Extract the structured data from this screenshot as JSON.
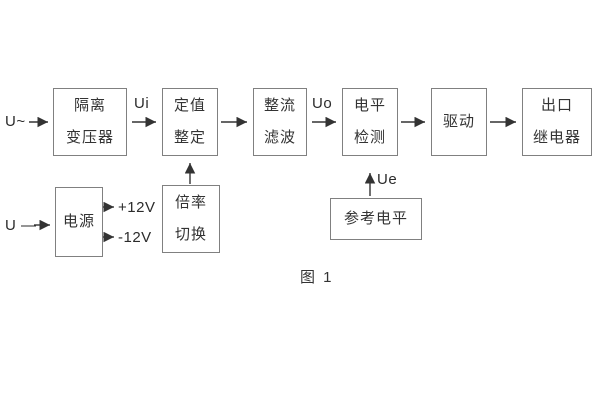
{
  "figure": {
    "caption": "图 1"
  },
  "colors": {
    "background": "#ffffff",
    "box_border": "#808080",
    "text": "#333333",
    "arrow": "#333333"
  },
  "blocks": {
    "isolation_transformer": {
      "line1": "隔离",
      "line2": "变压器"
    },
    "value_setting": {
      "line1": "定值",
      "line2": "整定"
    },
    "rectifier_filter": {
      "line1": "整流",
      "line2": "滤波"
    },
    "level_detection": {
      "line1": "电平",
      "line2": "检测"
    },
    "drive": {
      "line1": "驱动"
    },
    "output_relay": {
      "line1": "出口",
      "line2": "继电器"
    },
    "power_supply": {
      "line1": "电源"
    },
    "ratio_switch": {
      "line1": "倍率",
      "line2": "切换"
    },
    "reference_level": {
      "line1": "参考电平"
    }
  },
  "signals": {
    "ac_input": "U~",
    "ui": "Ui",
    "uo": "Uo",
    "ue": "Ue",
    "dc_input": "U —",
    "plus_12v": "+12V",
    "minus_12v": "-12V"
  }
}
